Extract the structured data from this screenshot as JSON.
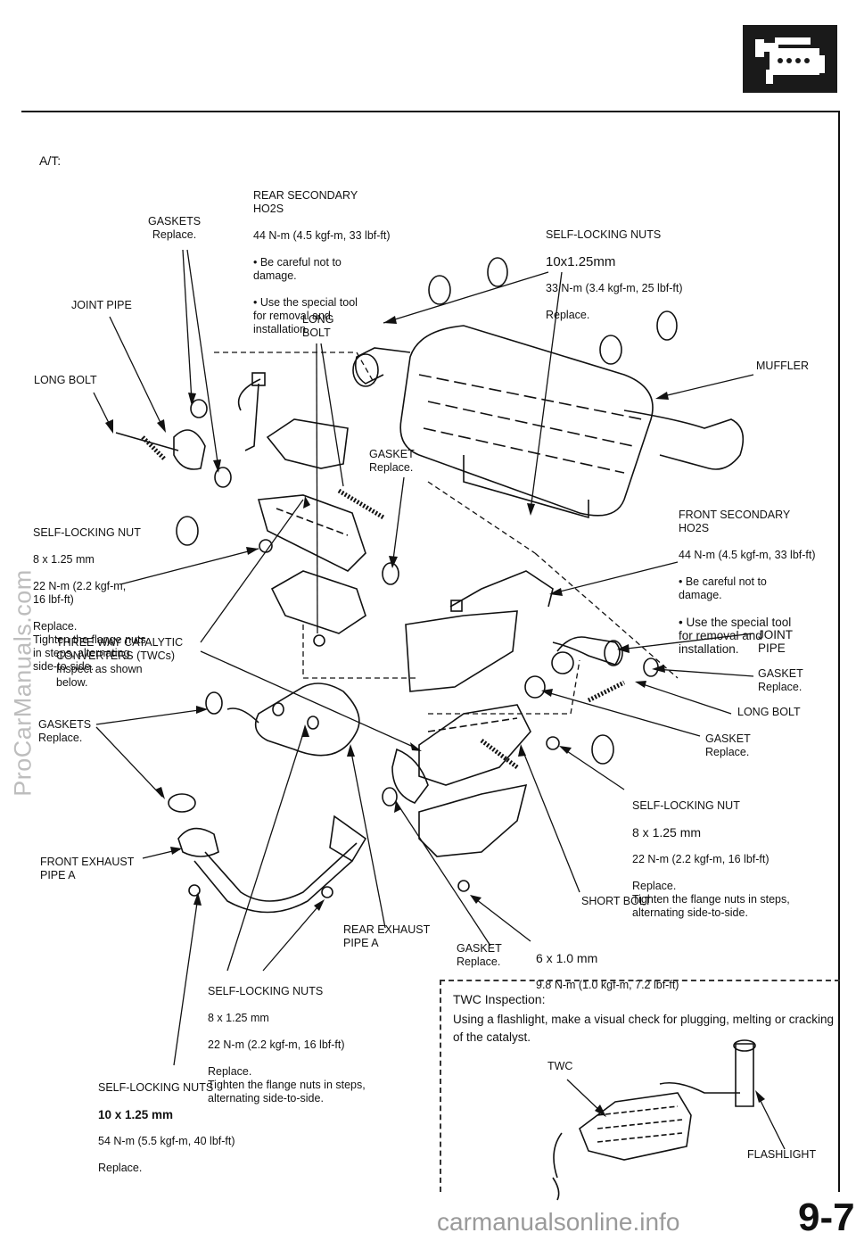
{
  "header": {
    "icon": "engine-icon"
  },
  "section_label": "A/T:",
  "labels": {
    "rear_ho2s": {
      "title": "REAR SECONDARY\nHO2S",
      "torque": "44 N-m (4.5 kgf-m, 33 lbf-ft)",
      "note1": "• Be careful not to\n  damage.",
      "note2": "• Use the special tool\n  for removal and\n  installation."
    },
    "gaskets_top": "GASKETS\nReplace.",
    "self_locking_nuts_top": {
      "title": "SELF-LOCKING NUTS",
      "size": "10x1.25mm",
      "torque": "33 N-m (3.4 kgf-m, 25 lbf-ft)",
      "note": "Replace."
    },
    "joint_pipe_left": "JOINT PIPE",
    "long_bolt_center": "LONG\nBOLT",
    "muffler": "MUFFLER",
    "long_bolt_left": "LONG BOLT",
    "gasket_center": "GASKET\nReplace.",
    "self_locking_nut_left": {
      "title": "SELF-LOCKING NUT",
      "size": "8 x 1.25 mm",
      "torque": "22 N-m (2.2 kgf-m,\n16 lbf-ft)",
      "note": "Replace.\nTighten the flange nuts\nin steps, alternating\nside-to-side."
    },
    "front_ho2s": {
      "title": "FRONT SECONDARY\nHO2S",
      "torque": "44 N-m (4.5 kgf-m, 33 lbf-ft)",
      "note1": "• Be careful not to\n  damage.",
      "note2": "• Use the special tool\n  for removal and\n  installation."
    },
    "twc": "THREE WAY CATALYTIC\nCONVERTERS (TWCs)\nInspect as shown\nbelow.",
    "joint_pipe_right": "JOINT\nPIPE",
    "gasket_right_1": "GASKET\nReplace.",
    "long_bolt_right": "LONG BOLT",
    "gaskets_left": "GASKETS\nReplace.",
    "gasket_right_2": "GASKET\nReplace.",
    "self_locking_nut_right": {
      "title": "SELF-LOCKING NUT",
      "size": "8 x 1.25 mm",
      "torque": "22 N-m (2.2 kgf-m, 16 lbf-ft)",
      "note": "Replace.\nTighten the flange nuts in steps,\nalternating side-to-side."
    },
    "front_exhaust_pipe": "FRONT EXHAUST\nPIPE A",
    "short_bolt": "SHORT BOLT",
    "rear_exhaust_pipe": "REAR EXHAUST\nPIPE A",
    "gasket_bottom": "GASKET\nReplace.",
    "short_bolt_spec": {
      "size": "6 x 1.0 mm",
      "torque": "9.8 N-m (1.0 kgf-m, 7.2 lbf-ft)"
    },
    "self_locking_nuts_bottom": {
      "title": "SELF-LOCKING NUTS",
      "size": "8 x 1.25 mm",
      "torque": "22 N-m (2.2 kgf-m, 16 lbf-ft)",
      "note": "Replace.\nTighten the flange nuts in steps,\nalternating side-to-side."
    },
    "self_locking_nuts_10": {
      "title": "SELF-LOCKING NUTS",
      "size": "10 x 1.25 mm",
      "torque": "54 N-m (5.5 kgf-m, 40 lbf-ft)",
      "note": "Replace."
    }
  },
  "twc_inspection": {
    "title": "TWC Inspection:",
    "text": "Using a flashlight, make a visual check for plugging, melting or cracking of the catalyst.",
    "twc_label": "TWC",
    "flashlight_label": "FLASHLIGHT"
  },
  "watermarks": {
    "side": "ProCarManuals.com",
    "bottom": "carmanualsonline.info"
  },
  "page_number": "9-7"
}
